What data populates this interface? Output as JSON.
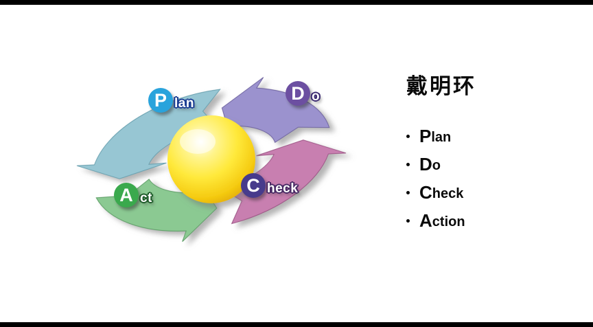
{
  "diagram": {
    "segments": [
      {
        "id": "plan",
        "label": {
          "lead": "P",
          "rest": "lan"
        },
        "arrow_color": "#97c6d3",
        "circle_color": "#29a3dc",
        "outline_color": "#1c3f93"
      },
      {
        "id": "do",
        "label": {
          "lead": "D",
          "rest": "o"
        },
        "arrow_color": "#9b92ce",
        "circle_color": "#6c4fa1",
        "outline_color": "#3f2d73"
      },
      {
        "id": "check",
        "label": {
          "lead": "C",
          "rest": "heck"
        },
        "arrow_color": "#c87fb0",
        "circle_color": "#473b8c",
        "outline_color": "#4b2b66"
      },
      {
        "id": "act",
        "label": {
          "lead": "A",
          "rest": "ct"
        },
        "arrow_color": "#8bc992",
        "circle_color": "#3aa94d",
        "outline_color": "#1f5c2a"
      }
    ],
    "center_ball_color": "#ffe93b"
  },
  "sidebar": {
    "title": "戴明环",
    "bullets": [
      {
        "lead": "P",
        "rest": "lan"
      },
      {
        "lead": "D",
        "rest": "o"
      },
      {
        "lead": "C",
        "rest": "heck"
      },
      {
        "lead": "A",
        "rest": "ction"
      }
    ]
  }
}
